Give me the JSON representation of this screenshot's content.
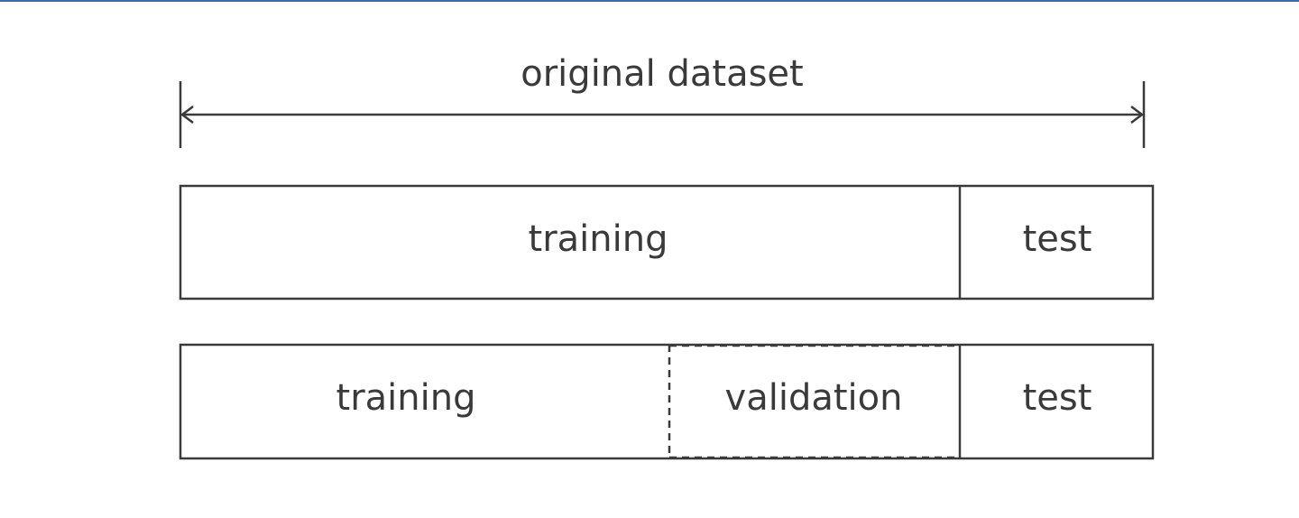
{
  "diagram": {
    "title": "original dataset",
    "row1": {
      "training": "training",
      "test": "test"
    },
    "row2": {
      "training": "training",
      "validation": "validation",
      "test": "test"
    }
  },
  "colors": {
    "top_border": "#3e6aa6",
    "stroke": "#3a3a3a",
    "text": "#3a3a3a"
  }
}
